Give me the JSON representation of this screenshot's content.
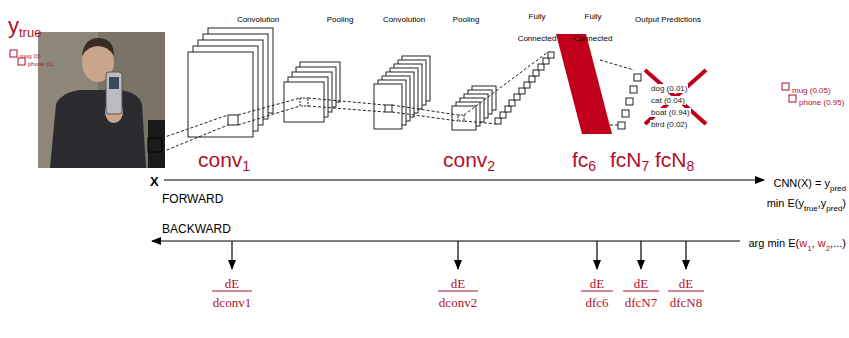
{
  "diagram": {
    "labels": [
      "Convolution",
      "Pooling",
      "Convolution",
      "Pooling",
      "Fully Connected",
      "Fully Connected",
      "Output Predictions",
      "y",
      "true",
      "mug (0)",
      "phone (1)",
      "conv",
      "1",
      "conv",
      "2",
      "fc",
      "6",
      "fcN",
      "7",
      "fcN",
      "8",
      "dog (0.01)",
      "cat (0.04)",
      "boat (0.94)",
      "bird (0.02)",
      "mug (0.05)",
      "phone (0.95)",
      "X",
      "FORWARD",
      "BACKWARD",
      "CNN(X) = y",
      "pred",
      "min E(y",
      "true",
      ",y",
      "pred",
      ")",
      "arg min E(",
      "w",
      "1",
      ", ",
      "w",
      "2",
      ",...)",
      "dE",
      "dconv1",
      "dE",
      "dconv2",
      "dE",
      "dfc6",
      "dE",
      "dfcN7",
      "dE",
      "dfcN8"
    ]
  }
}
